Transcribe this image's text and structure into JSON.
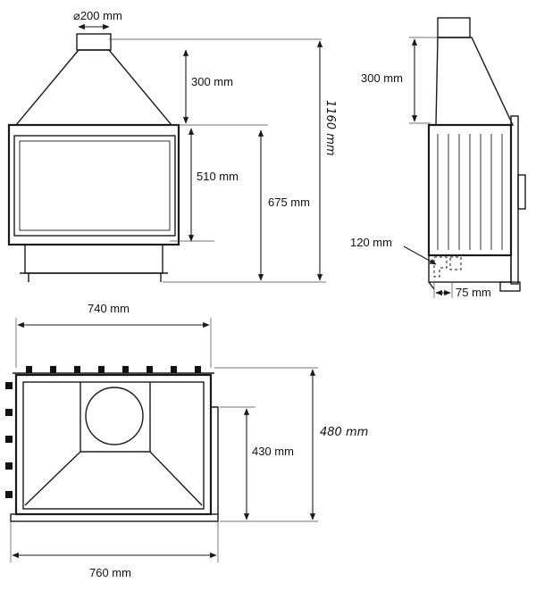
{
  "front_view": {
    "flue_diameter": "⌀200 mm",
    "hood_height": "300 mm",
    "glass_height": "510 mm",
    "floor_to_top": "675 mm",
    "total_height": "1160 mm"
  },
  "side_view": {
    "hood_height": "300 mm",
    "air_inlet": "120 mm",
    "depth_offset": "75 mm"
  },
  "top_view": {
    "inner_width": "740 mm",
    "outer_width": "760 mm",
    "inner_depth": "430 mm",
    "outer_depth": "480 mm"
  }
}
